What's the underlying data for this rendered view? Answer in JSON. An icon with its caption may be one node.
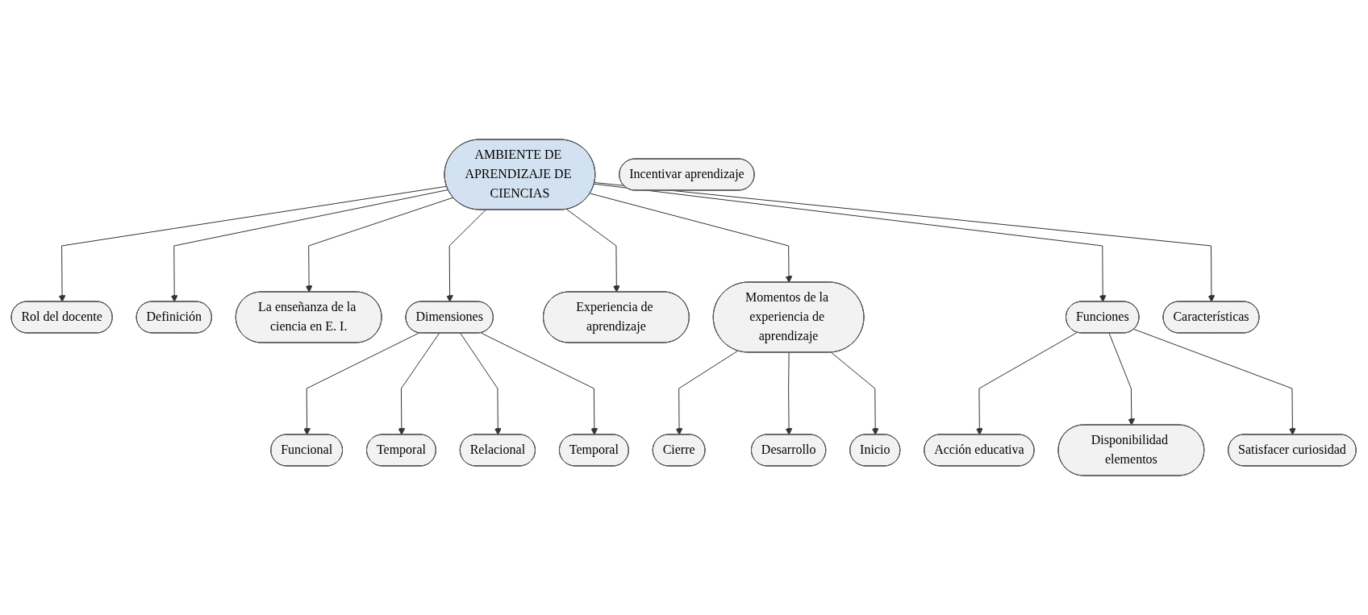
{
  "diagram": {
    "nodes": [
      {
        "text": [
          "Rol del docente"
        ]
      },
      {
        "text": [
          "Funcional"
        ]
      },
      {
        "text": [
          "Definición"
        ]
      },
      {
        "text": [
          "Temporal"
        ]
      },
      {
        "text": [
          "La enseñanza de la ciencia en E. I."
        ]
      },
      {
        "text": [
          "Dimensiones"
        ]
      },
      {
        "text": [
          "Relacional"
        ]
      },
      {
        "text": [
          "Experiencia de aprendizaje"
        ]
      },
      {
        "text": [
          "AMBIENTE DE APRENDIZAJE DE CIENCIAS"
        ]
      },
      {
        "text": [
          "Temporal"
        ]
      },
      {
        "text": [
          "Cierre"
        ]
      },
      {
        "text": [
          "Momentos de la experiencia de aprendizaje"
        ]
      },
      {
        "text": [
          "Incentivar aprendizaje"
        ]
      },
      {
        "text": [
          "Funciones"
        ]
      },
      {
        "text": [
          "Acción educativa"
        ]
      },
      {
        "text": [
          "Desarrollo"
        ]
      },
      {
        "text": [
          "Características"
        ]
      },
      {
        "text": [
          "Inicio"
        ]
      },
      {
        "text": [
          "Disponibilidad elementos"
        ]
      },
      {
        "text": [
          "Satisfacer curiosidad"
        ]
      }
    ],
    "edges": [
      {
        "from": 8,
        "to": 0,
        "arrow": "to"
      },
      {
        "from": 8,
        "to": 2,
        "arrow": "to"
      },
      {
        "from": 8,
        "to": 4,
        "arrow": "to"
      },
      {
        "from": 8,
        "to": 7,
        "arrow": "to"
      },
      {
        "from": 8,
        "to": 5,
        "arrow": "to"
      },
      {
        "from": 8,
        "to": 11,
        "arrow": "to"
      },
      {
        "from": 8,
        "to": 16,
        "arrow": "to"
      },
      {
        "from": 8,
        "to": 13,
        "arrow": "to"
      },
      {
        "from": 5,
        "to": 1,
        "arrow": "to"
      },
      {
        "from": 5,
        "to": 3,
        "arrow": "to"
      },
      {
        "from": 5,
        "to": 6,
        "arrow": "to"
      },
      {
        "from": 5,
        "to": 9,
        "arrow": "to"
      },
      {
        "from": 11,
        "to": 10,
        "arrow": "to"
      },
      {
        "from": 11,
        "to": 15,
        "arrow": "to"
      },
      {
        "from": 11,
        "to": 17,
        "arrow": "to"
      },
      {
        "from": 13,
        "to": 14,
        "arrow": "to"
      },
      {
        "from": 13,
        "to": 18,
        "arrow": "to"
      },
      {
        "from": 13,
        "to": 19,
        "arrow": "to"
      }
    ]
  }
}
